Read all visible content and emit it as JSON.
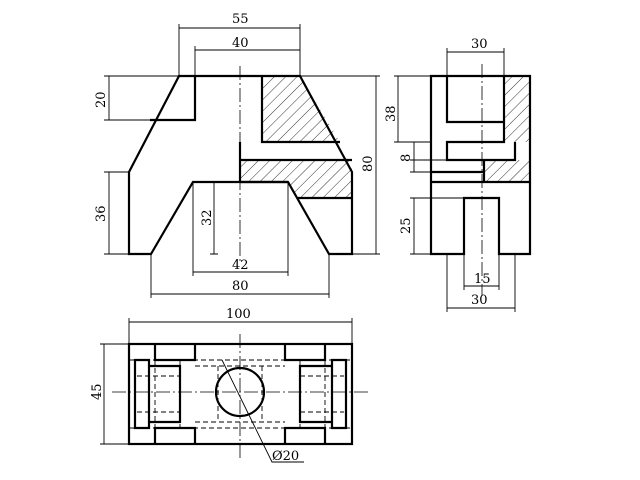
{
  "drawing": {
    "front_view": {
      "dim_top_overall": "55",
      "dim_top_inner": "40",
      "dim_left_top": "20",
      "dim_left_bottom": "36",
      "dim_right_height": "80",
      "dim_arch_height": "32",
      "dim_arch_width": "42",
      "dim_base_width": "80"
    },
    "side_view": {
      "dim_top_width": "30",
      "dim_left_top": "38",
      "dim_left_mid": "8",
      "dim_left_bottom": "25",
      "dim_slot_width": "15",
      "dim_bottom_width": "30"
    },
    "top_view": {
      "dim_overall_width": "100",
      "dim_depth": "45",
      "dim_hole_diameter": "Ø20"
    }
  }
}
